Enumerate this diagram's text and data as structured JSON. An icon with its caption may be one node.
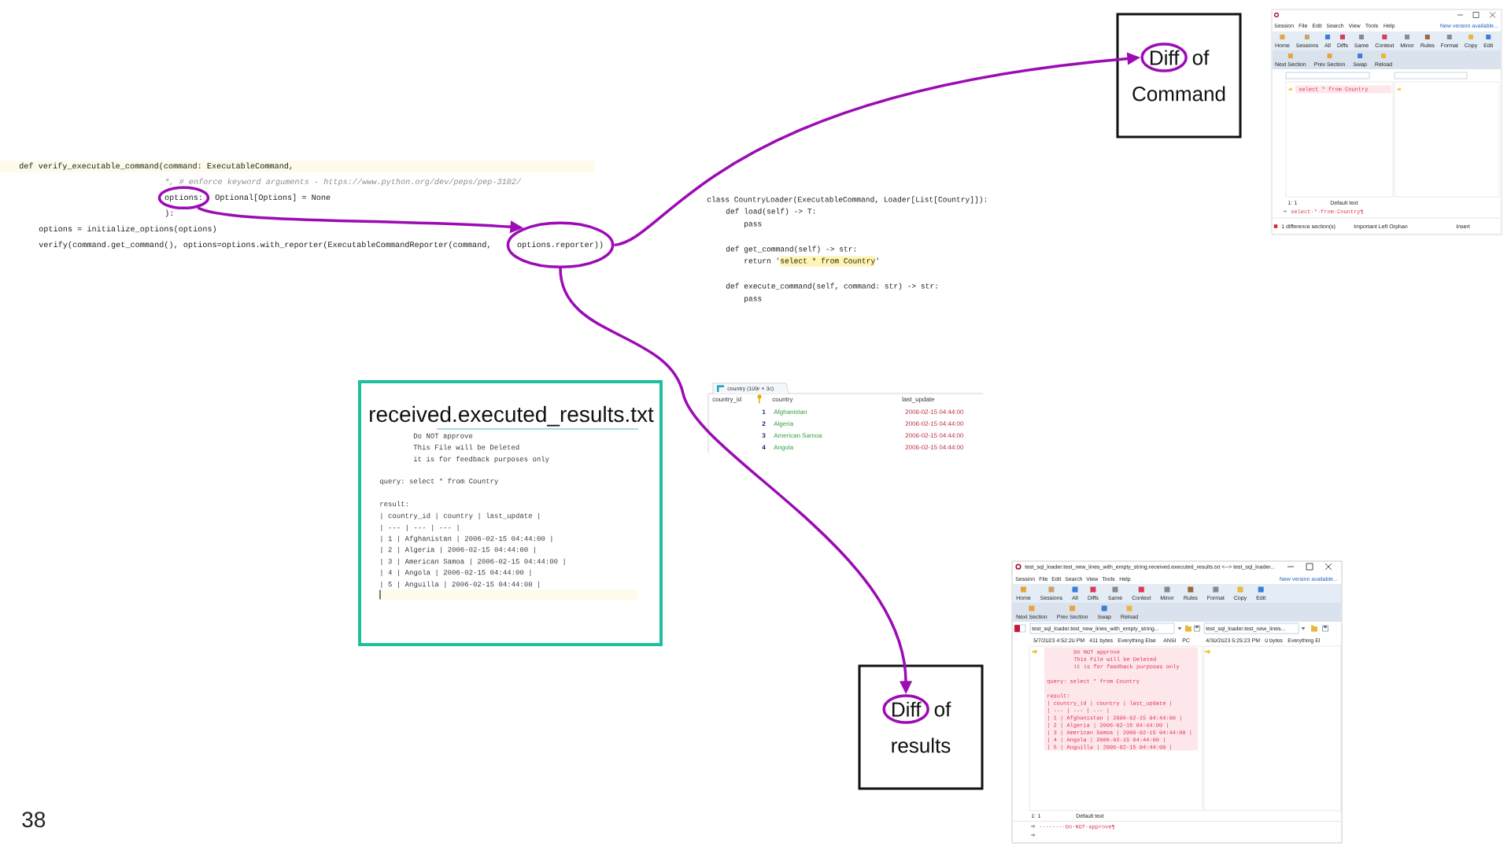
{
  "diagram": {
    "nodes": [
      {
        "text": [
          "options:"
        ]
      },
      {
        "text": [
          "options.reporter))"
        ]
      },
      {
        "text": [
          "of Command"
        ]
      },
      {
        "text": [
          "Diff"
        ],
        "in": 2
      },
      {
        "text": [
          "received.executed_results.txt",
          "Do NOT approve",
          "This File will be Deleted",
          "it is for feedback purposes only",
          "query: select * from Country",
          "result:",
          "| country_id | country | last_update |",
          "| --- | --- | --- |",
          "| 1 | Afghanistan | 2006-02-15 04:44:00 |",
          "| 2 | Algeria | 2006-02-15 04:44:00 |",
          "| 3 | American Samoa | 2006-02-15 04:44:00 |",
          "| 4 | Angola | 2006-02-15 04:44:00 |",
          "| 5 | Anguilla | 2006-02-15 04:44:00 |"
        ]
      },
      {
        "text": [
          "of results"
        ]
      },
      {
        "text": [
          "Diff"
        ],
        "in": 5
      }
    ],
    "edges": [
      {
        "from": 0,
        "to": 1,
        "arrow": "to"
      },
      {
        "from": 1,
        "to": 3,
        "arrow": "to"
      },
      {
        "from": 1,
        "to": 6,
        "arrow": "to"
      }
    ],
    "labels": [
      "def verify_executable_command(command: ExecutableCommand,",
      "*, # enforce keyword arguments - https://www.python.org/dev/peps/pep-3102/",
      "Optional[Options] = None",
      "):",
      "options = initialize_options(options)",
      "verify(command.get_command(), options=options.with_reporter(ExecutableCommandReporter(command,",
      "class CountryLoader(ExecutableCommand, Loader[List[Country]]):",
      "def load(self) -> T:",
      "pass",
      "def get_command(self) -> str:",
      "return 'select * from Country'",
      "def execute_command(self, command: str) -> str:",
      "pass",
      "Session",
      "File",
      "Edit",
      "Search",
      "View",
      "Tools",
      "Help",
      "New version available...",
      "Home",
      "Sessions",
      "All",
      "Diffs",
      "Same",
      "Context",
      "Minor",
      "Rules",
      "Format",
      "Copy",
      "Edit",
      "Next Section",
      "Prev Section",
      "Swap",
      "Reload",
      "select * from Country",
      "1: 1",
      "Default text",
      "select·*·from·Country¶",
      "1 difference section(s)",
      "Important Left Orphan",
      "Insert",
      "country (109r × 3c)",
      "country_id",
      "country",
      "last_update",
      "1",
      "Afghanistan",
      "2006-02-15 04:44:00",
      "2",
      "Algeria",
      "2006-02-15 04:44:00",
      "3",
      "American Samoa",
      "2006-02-15 04:44:00",
      "4",
      "Angola",
      "2006-02-15 04:44:00",
      "test_sql_loader.test_new_lines_with_empty_string.received.executed_results.txt <--> test_sql_loader...",
      "Session",
      "File",
      "Edit",
      "Search",
      "View",
      "Tools",
      "Help",
      "New version available...",
      "Home",
      "Sessions",
      "All",
      "Diffs",
      "Same",
      "Context",
      "Minor",
      "Rules",
      "Format",
      "Copy",
      "Edit",
      "Next Section",
      "Prev Section",
      "Swap",
      "Reload",
      "test_sql_loader.test_new_lines_with_empty_string...",
      "test_sql_loader.test_new_lines...",
      "5/7/2023 4:52:20 PM",
      "411 bytes",
      "Everything Else",
      "ANSI",
      "PC",
      "4/30/2023 5:25:23 PM",
      "0 bytes",
      "Everything El",
      "Do NOT approve",
      "This File will be Deleted",
      "it is for feedback purposes only",
      "query: select * from Country",
      "result:",
      "| country_id | country | last_update |",
      "| --- | --- | --- |",
      "| 1 | Afghanistan | 2006-02-15 04:44:00 |",
      "| 2 | Algeria | 2006-02-15 04:44:00 |",
      "| 3 | American Samoa | 2006-02-15 04:44:00 |",
      "| 4 | Angola | 2006-02-15 04:44:00 |",
      "| 5 | Anguilla | 2006-02-15 04:44:00 |",
      "1: 1",
      "Default text",
      "········Do·NOT·approve¶",
      "38"
    ]
  }
}
